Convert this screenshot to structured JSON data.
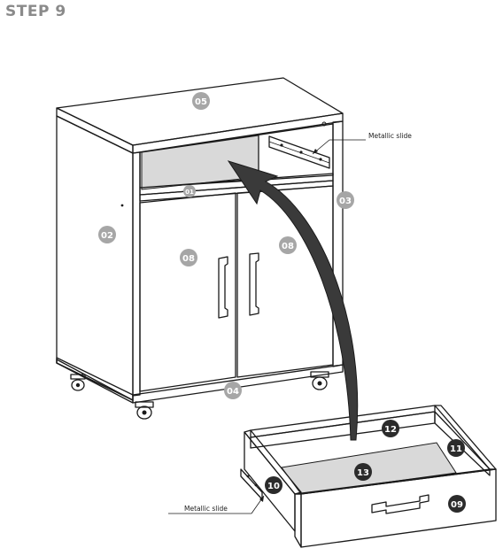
{
  "step": {
    "title": "STEP 9"
  },
  "callouts": {
    "slide_top": "Metallic slide",
    "slide_bottom": "Metallic slide"
  },
  "parts": {
    "p01": "01",
    "p02": "02",
    "p03": "03",
    "p04": "04",
    "p05": "05",
    "p08a": "08",
    "p08b": "08",
    "p09": "09",
    "p10": "10",
    "p11": "11",
    "p12": "12",
    "p13": "13"
  },
  "colors": {
    "light_badge": "#a6a6a6",
    "dark_badge": "#2b2b2b",
    "shelf_fill": "#d9d9d9",
    "arrow": "#3a3a3a"
  }
}
